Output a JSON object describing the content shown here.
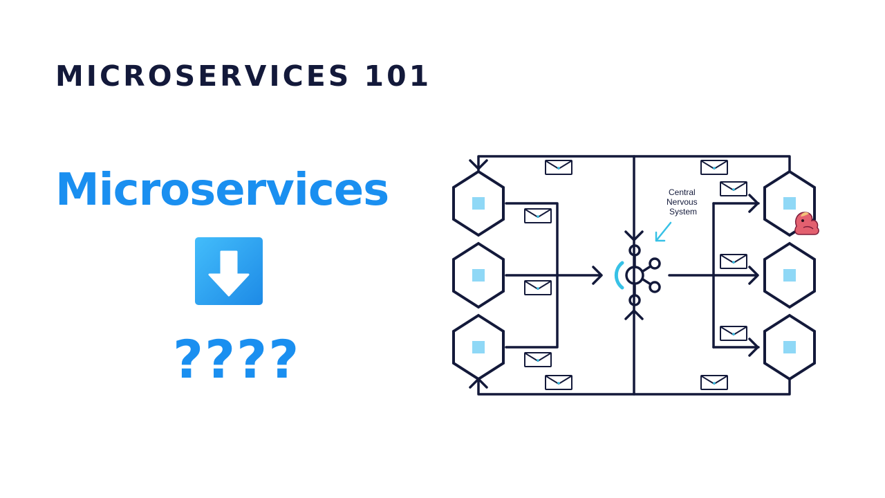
{
  "slide": {
    "eyebrow": "MICROSERVICES 101",
    "headline": "Microservices",
    "question": "????"
  },
  "down_arrow": {
    "icon": "arrow-down-icon",
    "box_color": "#2a9cf0"
  },
  "diagram": {
    "hub": {
      "icon": "event-streaming-hub-icon",
      "label_lines": [
        "Central",
        "Nervous",
        "System"
      ]
    },
    "left_services": 3,
    "right_services": 3,
    "message_icon": "envelope-icon",
    "mascot_icon": "squirrel-mascot-icon"
  },
  "colors": {
    "navy": "#13193a",
    "blue": "#1a8ff0",
    "cyan_accent": "#37c1e6",
    "service_dot": "#8fd8f6"
  }
}
